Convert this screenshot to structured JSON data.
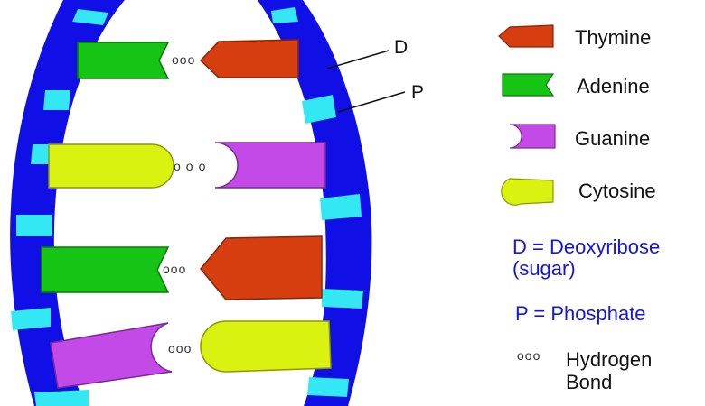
{
  "labels": {
    "deoxyribose_letter": "D",
    "phosphate_letter": "P"
  },
  "legend": {
    "thymine": "Thymine",
    "adenine": "Adenine",
    "guanine": "Guanine",
    "cytosine": "Cytosine",
    "d_definition_line1": "D = Deoxyribose",
    "d_definition_line2": "(sugar)",
    "p_definition": "P = Phosphate",
    "hydrogen_bond_line1": "Hydrogen",
    "hydrogen_bond_line2": "Bond"
  },
  "colors": {
    "thymine": "#d63d0f",
    "adenine": "#15c415",
    "guanine": "#c34ae6",
    "cytosine": "#d9f20f",
    "backbone_blue": "#0f0fe6",
    "phosphate_cyan": "#33e8f2",
    "text_blue": "#1414e6"
  },
  "hydrogen_bond_symbol": "ooo"
}
